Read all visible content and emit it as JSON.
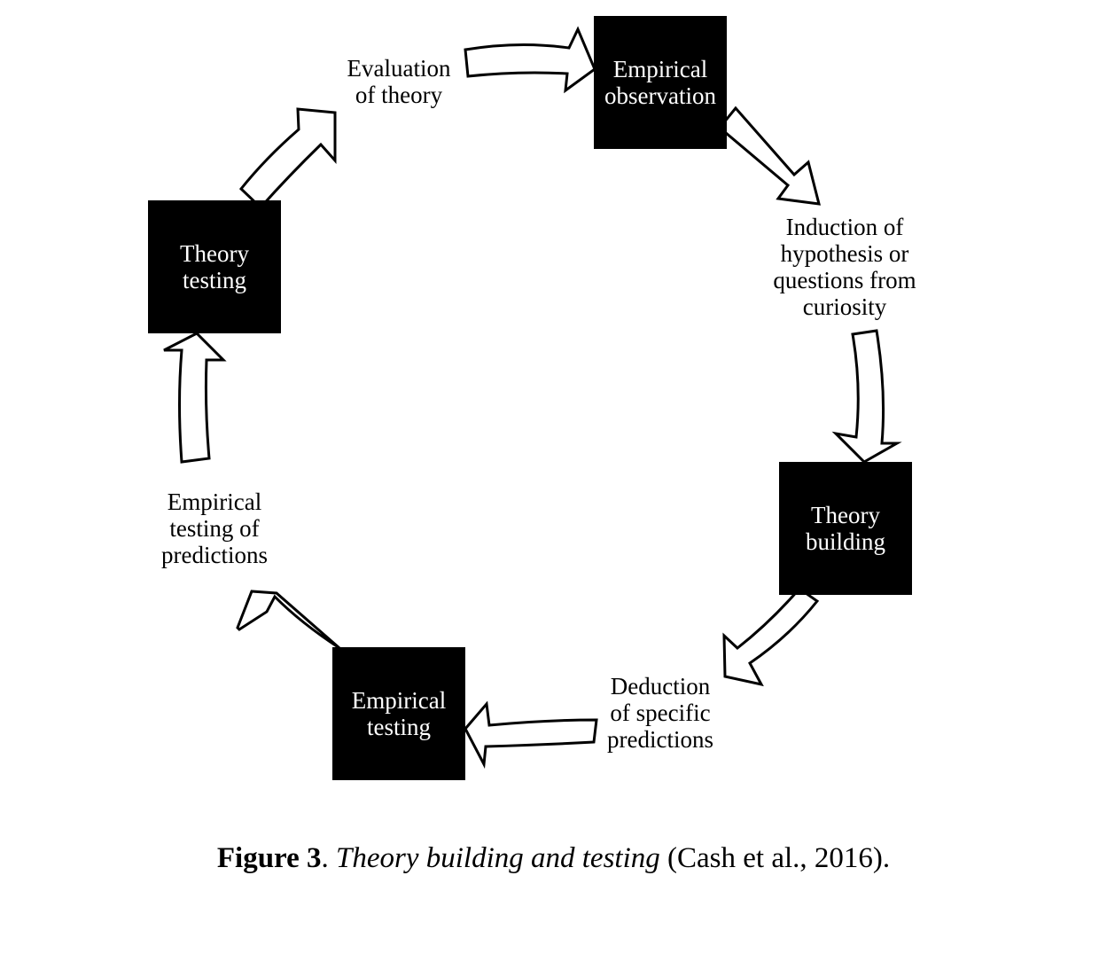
{
  "colors": {
    "box_fill": "#000000",
    "box_text": "#ffffff",
    "arrow_fill": "#ffffff",
    "arrow_stroke": "#000000",
    "text": "#000000"
  },
  "boxes": {
    "empirical_observation": "Empirical\nobservation",
    "theory_building": "Theory\nbuilding",
    "empirical_testing": "Empirical\ntesting",
    "theory_testing": "Theory\ntesting"
  },
  "labels": {
    "evaluation_of_theory": "Evaluation\nof theory",
    "induction": "Induction of\nhypothesis or\nquestions from\ncuriosity",
    "deduction": "Deduction\nof specific\npredictions",
    "empirical_testing_of_predictions": "Empirical\ntesting of\npredictions"
  },
  "caption": {
    "figure_label": "Figure 3",
    "separator": ". ",
    "title": "Theory building and testing",
    "citation": " (Cash et al., 2016)."
  }
}
